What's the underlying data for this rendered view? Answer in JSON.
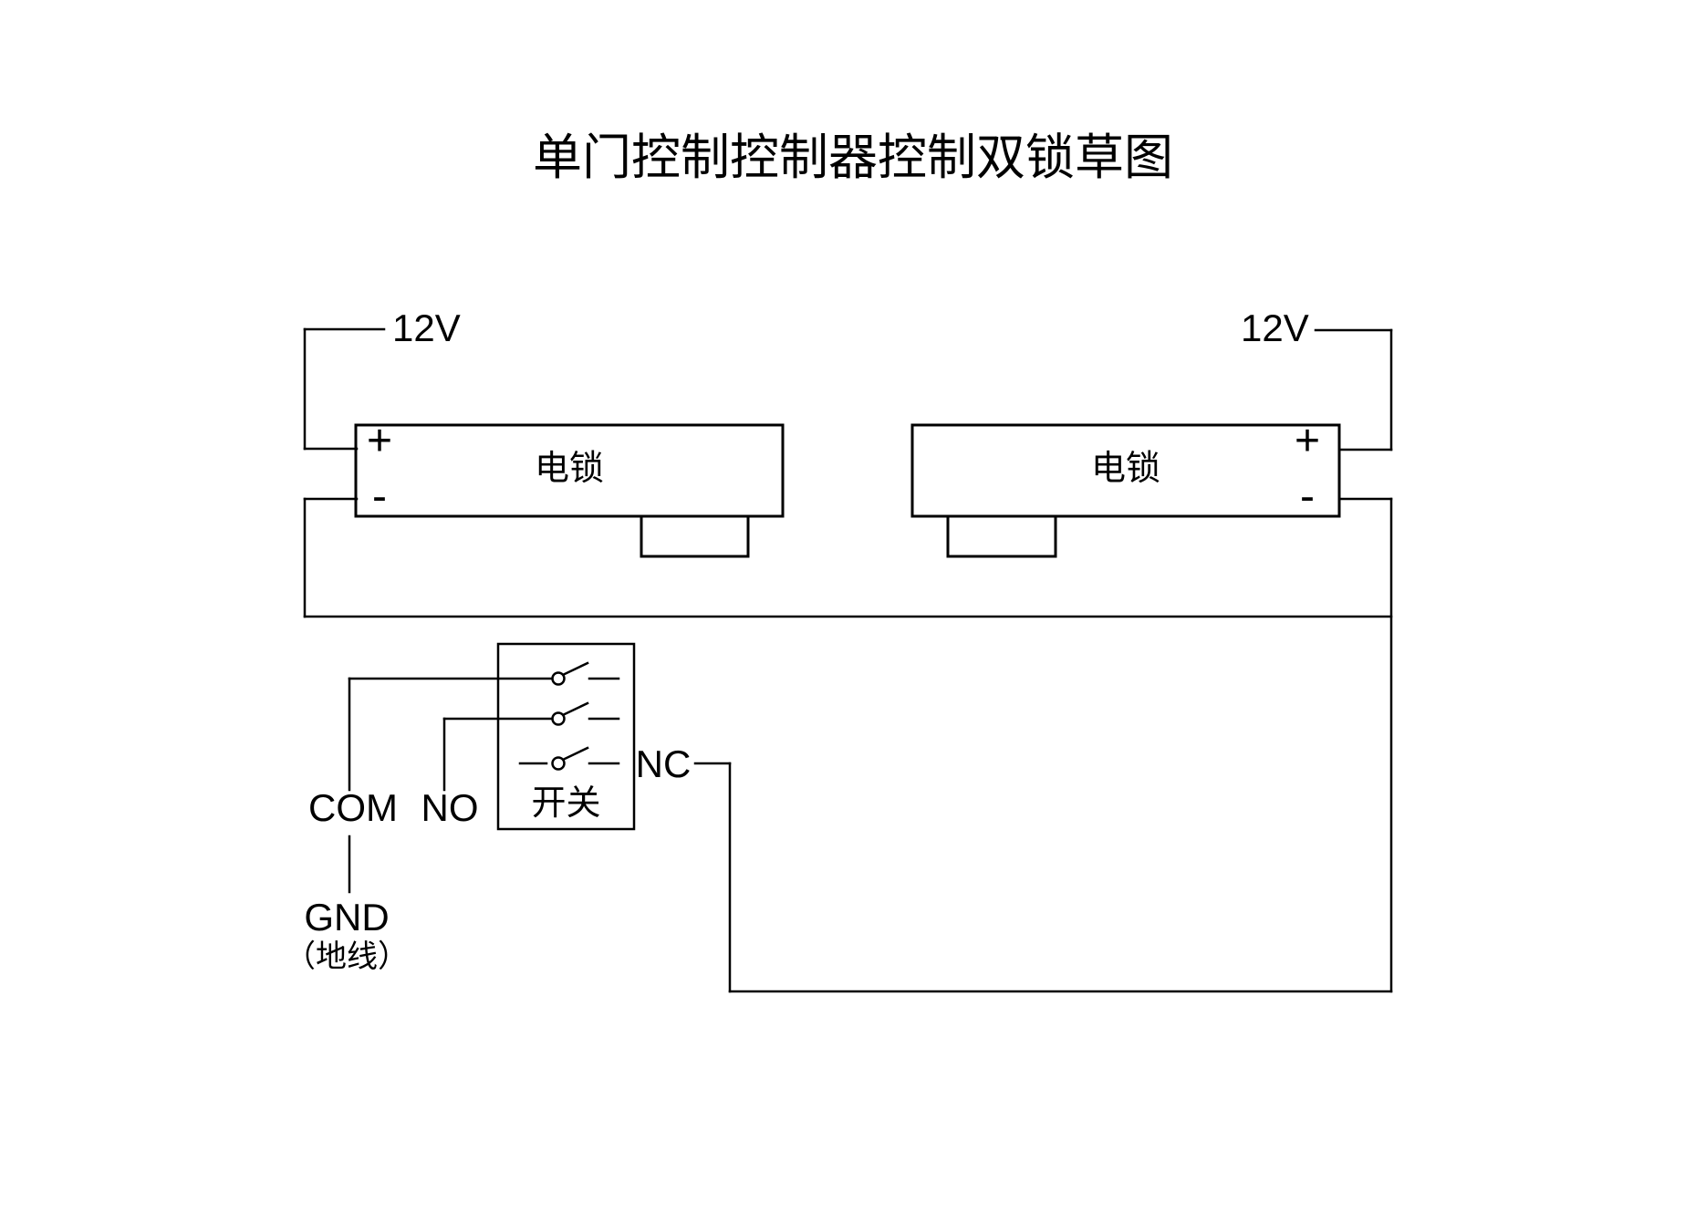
{
  "title": "单门控制控制器控制双锁草图",
  "colors": {
    "line": "#000000",
    "background": "#ffffff",
    "text": "#000000"
  },
  "power": {
    "left": "12V",
    "right": "12V"
  },
  "locks": {
    "left": {
      "name": "电锁",
      "plus": "+",
      "minus": "-"
    },
    "right": {
      "name": "电锁",
      "plus": "+",
      "minus": "-"
    }
  },
  "switch_box": {
    "name": "开关"
  },
  "terminals": {
    "com": "COM",
    "no": "NO",
    "nc": "NC",
    "gnd": "GND",
    "gnd_note": "（地线）"
  }
}
